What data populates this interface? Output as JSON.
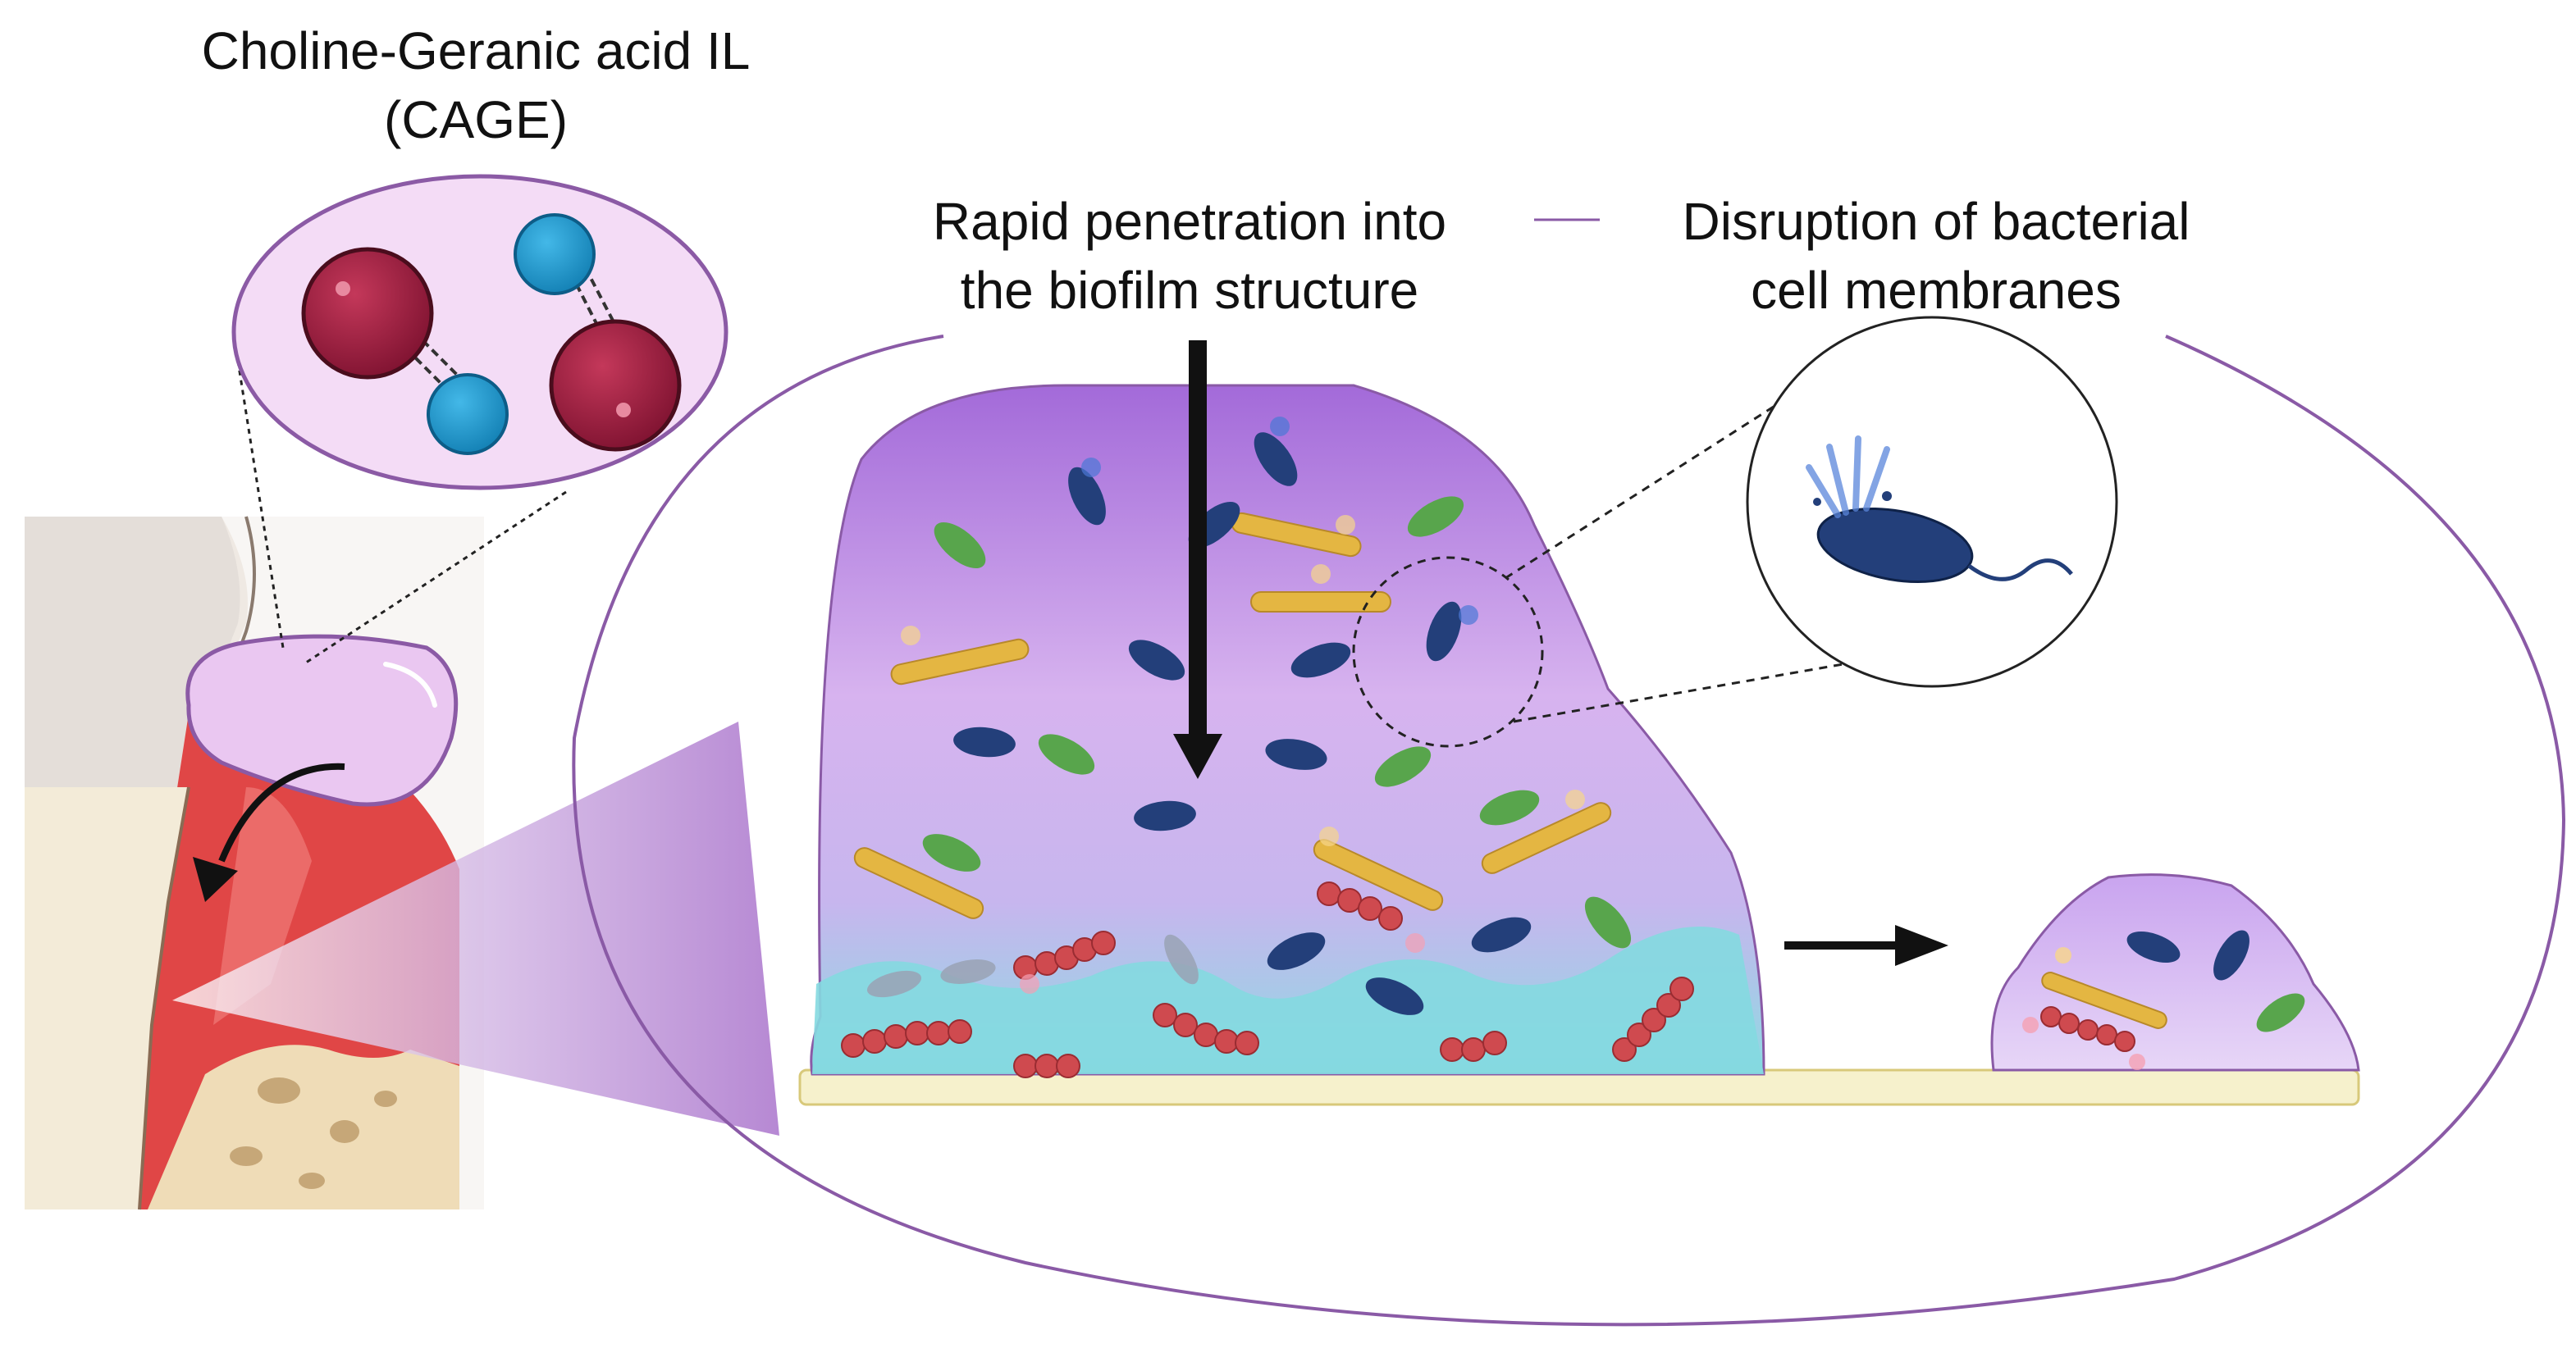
{
  "cage": {
    "title_line1": "Choline-Geranic acid IL",
    "title_line2": "(CAGE)"
  },
  "penetration": {
    "line1": "Rapid penetration into",
    "line2": "the biofilm structure"
  },
  "disruption": {
    "line1": "Disruption of bacterial",
    "line2": "cell membranes"
  },
  "colors": {
    "choline_ion": "#9e1d3e",
    "geranate_ion": "#1f9bd1",
    "biofilm_top": "#a673dd",
    "biofilm_bottom": "#7fd8df",
    "gum": "#de3f3f",
    "tooth": "#f2ead8",
    "outline": "#8a5aa6",
    "rod_bacteria": "#e4b642",
    "dark_bacteria": "#233f7a",
    "green_bacteria": "#58a54c",
    "cocci_chain": "#cf4a4f",
    "substrate": "#f6f1cc"
  },
  "icons": [
    "choline-ion-icon",
    "geranate-ion-icon",
    "tooth-icon",
    "biofilm-icon",
    "bacterium-icon",
    "arrow-icon"
  ]
}
